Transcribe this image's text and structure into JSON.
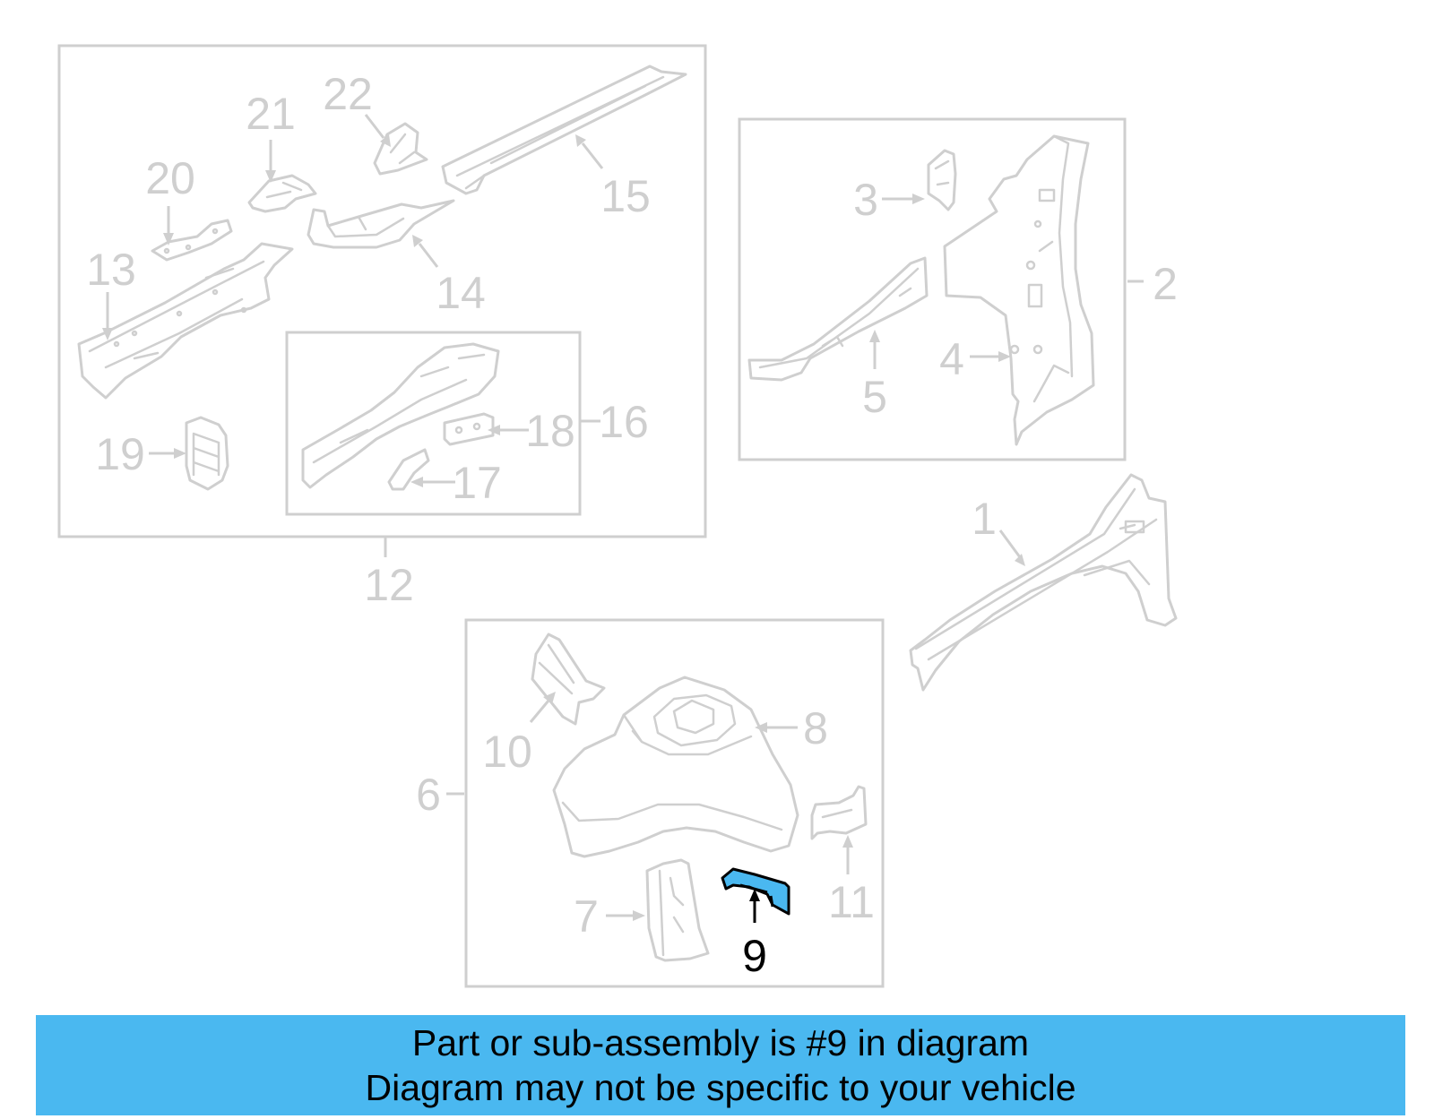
{
  "callouts": {
    "c1": "1",
    "c2": "2",
    "c3": "3",
    "c4": "4",
    "c5": "5",
    "c6": "6",
    "c7": "7",
    "c8": "8",
    "c9": "9",
    "c10": "10",
    "c11": "11",
    "c12": "12",
    "c13": "13",
    "c14": "14",
    "c15": "15",
    "c16": "16",
    "c17": "17",
    "c18": "18",
    "c19": "19",
    "c20": "20",
    "c21": "21",
    "c22": "22"
  },
  "highlighted_part": "9",
  "colors": {
    "highlight": "#4ab8f0",
    "line_gray": "#cfcfcf",
    "banner": "#4ab8f0"
  },
  "banner": {
    "line1": "Part or sub-assembly is #9 in diagram",
    "line2": "Diagram may not be specific to your vehicle"
  }
}
